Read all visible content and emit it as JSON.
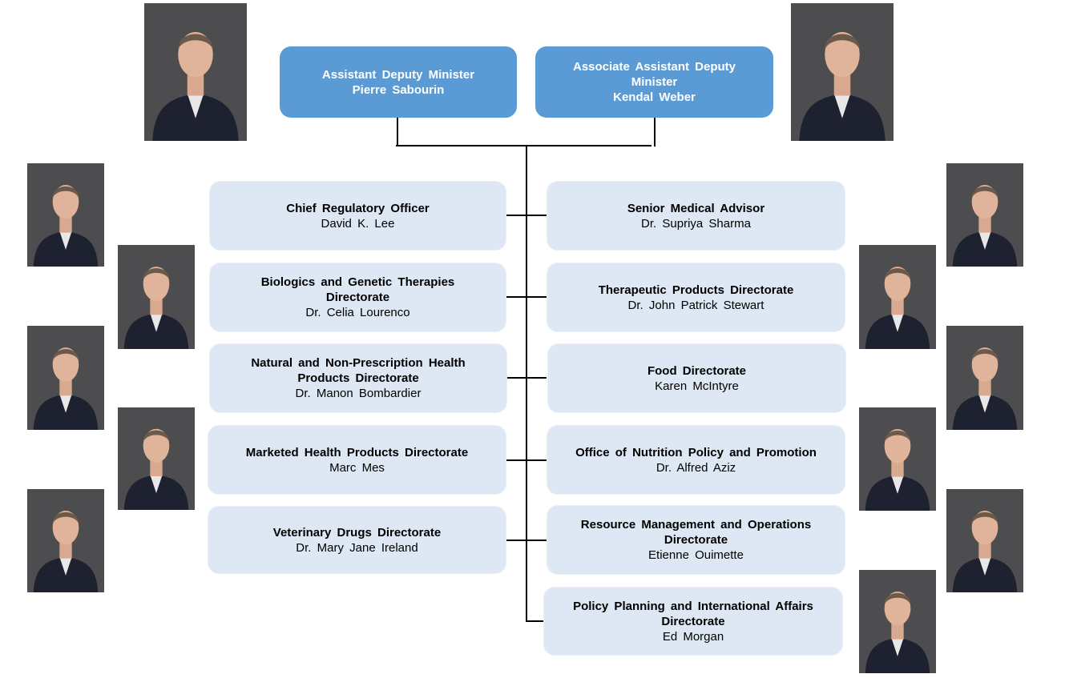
{
  "executives": [
    {
      "title": "Assistant Deputy Minister",
      "name": "Pierre Sabourin"
    },
    {
      "title": "Associate Assistant Deputy Minister",
      "name": "Kendal Weber"
    }
  ],
  "left_units": [
    {
      "title": "Chief Regulatory Officer",
      "name": "David K. Lee"
    },
    {
      "title": "Biologics and Genetic Therapies Directorate",
      "name": "Dr. Celia Lourenco"
    },
    {
      "title": "Natural and Non-Prescription Health Products Directorate",
      "name": "Dr. Manon Bombardier"
    },
    {
      "title": "Marketed Health Products Directorate",
      "name": "Marc Mes"
    },
    {
      "title": "Veterinary Drugs Directorate",
      "name": "Dr. Mary Jane Ireland"
    }
  ],
  "right_units": [
    {
      "title": "Senior Medical Advisor",
      "name": "Dr. Supriya Sharma"
    },
    {
      "title": "Therapeutic Products Directorate",
      "name": "Dr. John Patrick Stewart"
    },
    {
      "title": "Food Directorate",
      "name": "Karen McIntyre"
    },
    {
      "title": "Office of Nutrition Policy and Promotion",
      "name": "Dr. Alfred Aziz"
    },
    {
      "title": "Resource Management and Operations Directorate",
      "name": "Etienne Ouimette"
    },
    {
      "title": "Policy Planning and International Affairs Directorate",
      "name": "Ed Morgan"
    }
  ],
  "colors": {
    "executive_box": "#5b9bd5",
    "unit_box": "#dde8f4",
    "photo_bg": "#4d4d4f"
  }
}
